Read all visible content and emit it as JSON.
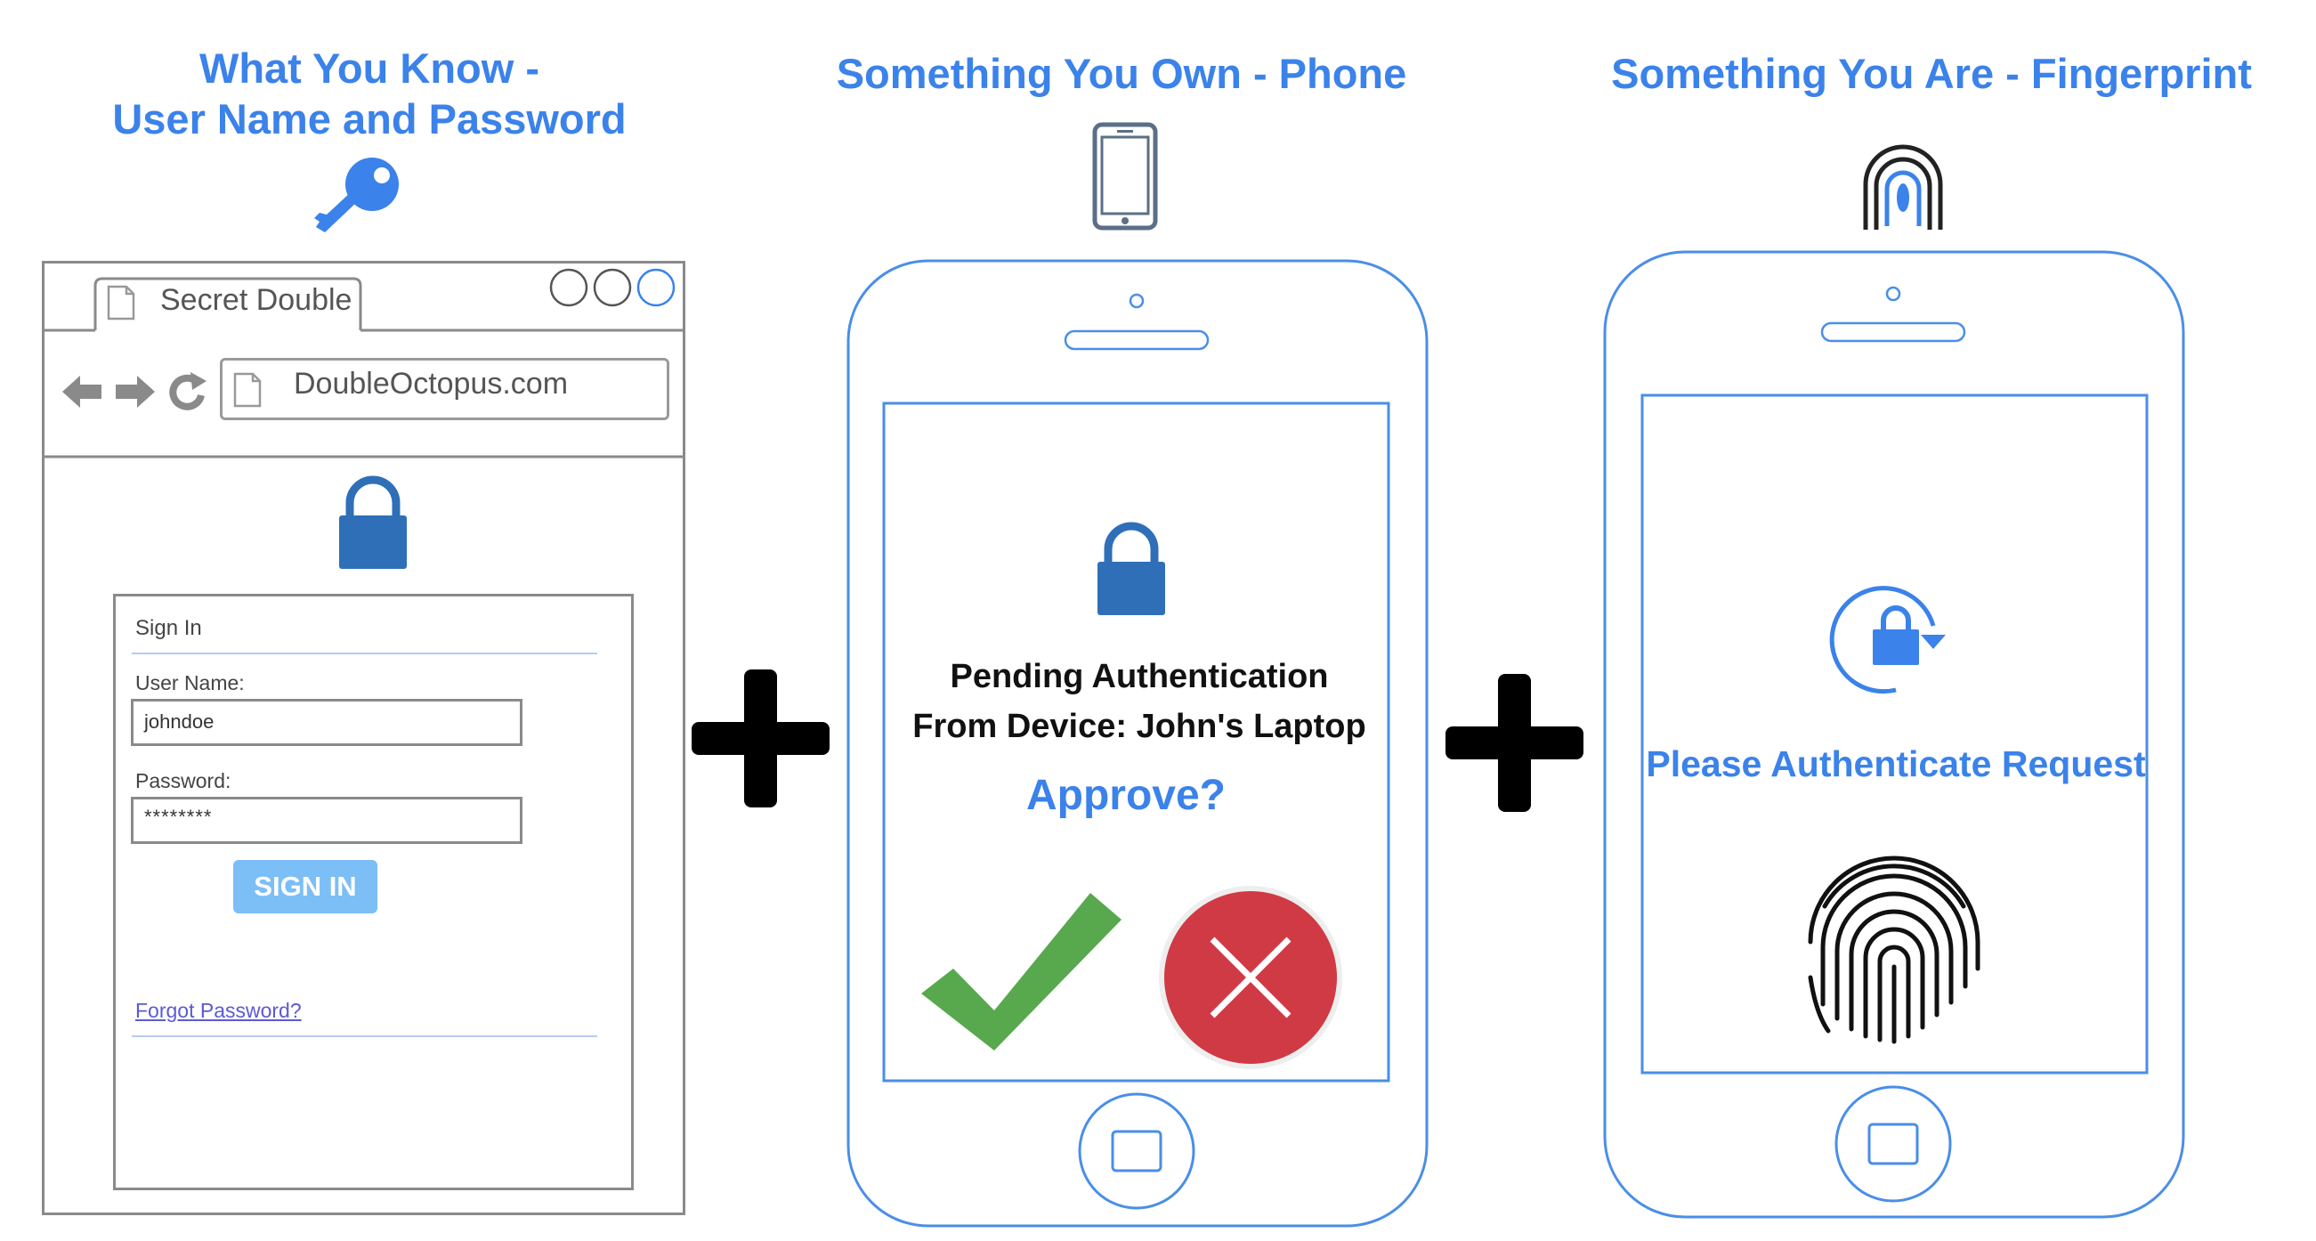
{
  "sections": {
    "know": {
      "title_line1": "What You Know -",
      "title_line2": "User Name and Password",
      "icon": "key-icon"
    },
    "own": {
      "title": "Something You Own - Phone",
      "icon": "smartphone-icon"
    },
    "are": {
      "title": "Something You Are - Fingerprint",
      "icon": "fingerprint-icon"
    }
  },
  "browser": {
    "tab_title": "Secret Double",
    "url": "DoubleOctopus.com"
  },
  "login_form": {
    "title": "Sign In",
    "username_label": "User Name:",
    "username_value": "johndoe",
    "password_label": "Password:",
    "password_value": "********",
    "submit_label": "SIGN IN",
    "forgot_link": "Forgot Password?"
  },
  "phone_approval": {
    "pending_line1": "Pending Authentication",
    "pending_line2": "From Device: John's Laptop",
    "prompt": "Approve?"
  },
  "phone_biometric": {
    "prompt": "Please Authenticate Request"
  },
  "colors": {
    "accent": "#3b82ea",
    "lock": "#2f6fb8",
    "approve": "#58a84e",
    "deny": "#d03a44",
    "button": "#7cbef6"
  }
}
